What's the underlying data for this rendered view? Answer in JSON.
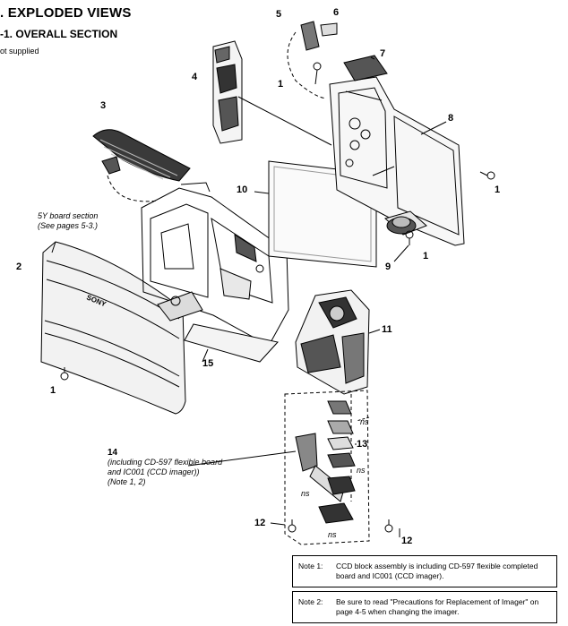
{
  "header": {
    "title": ".  EXPLODED VIEWS",
    "section": "-1.  OVERALL  SECTION",
    "subnote": "ot supplied"
  },
  "callouts": {
    "sy_board": [
      "5Y board section",
      "(See pages 5-3.)"
    ],
    "part14": {
      "number": "14",
      "lines": [
        "(including CD-597 flexible board",
        "and IC001 (CCD imager))",
        "(Note 1, 2)"
      ]
    }
  },
  "part_labels": {
    "p1a": "1",
    "p1b": "1",
    "p1c": "1",
    "p1d": "1",
    "p2": "2",
    "p3": "3",
    "p4": "4",
    "p5": "5",
    "p6": "6",
    "p7": "7",
    "p8": "8",
    "p9": "9",
    "p10": "10",
    "p11": "11",
    "p12a": "12",
    "p12b": "12",
    "p13": "13",
    "p15": "15"
  },
  "ns_labels": {
    "ns1": "ns",
    "ns2": "ns",
    "ns3": "ns",
    "ns4": "ns"
  },
  "notes": {
    "note1": {
      "label": "Note 1:",
      "text": "CCD block assembly is including CD-597 flexible completed board and IC001 (CCD imager)."
    },
    "note2": {
      "label": "Note 2:",
      "text": "Be sure to read \"Precautions for Replacement of Imager\" on page 4-5 when changing the imager."
    }
  },
  "brand_mark": "SONY"
}
